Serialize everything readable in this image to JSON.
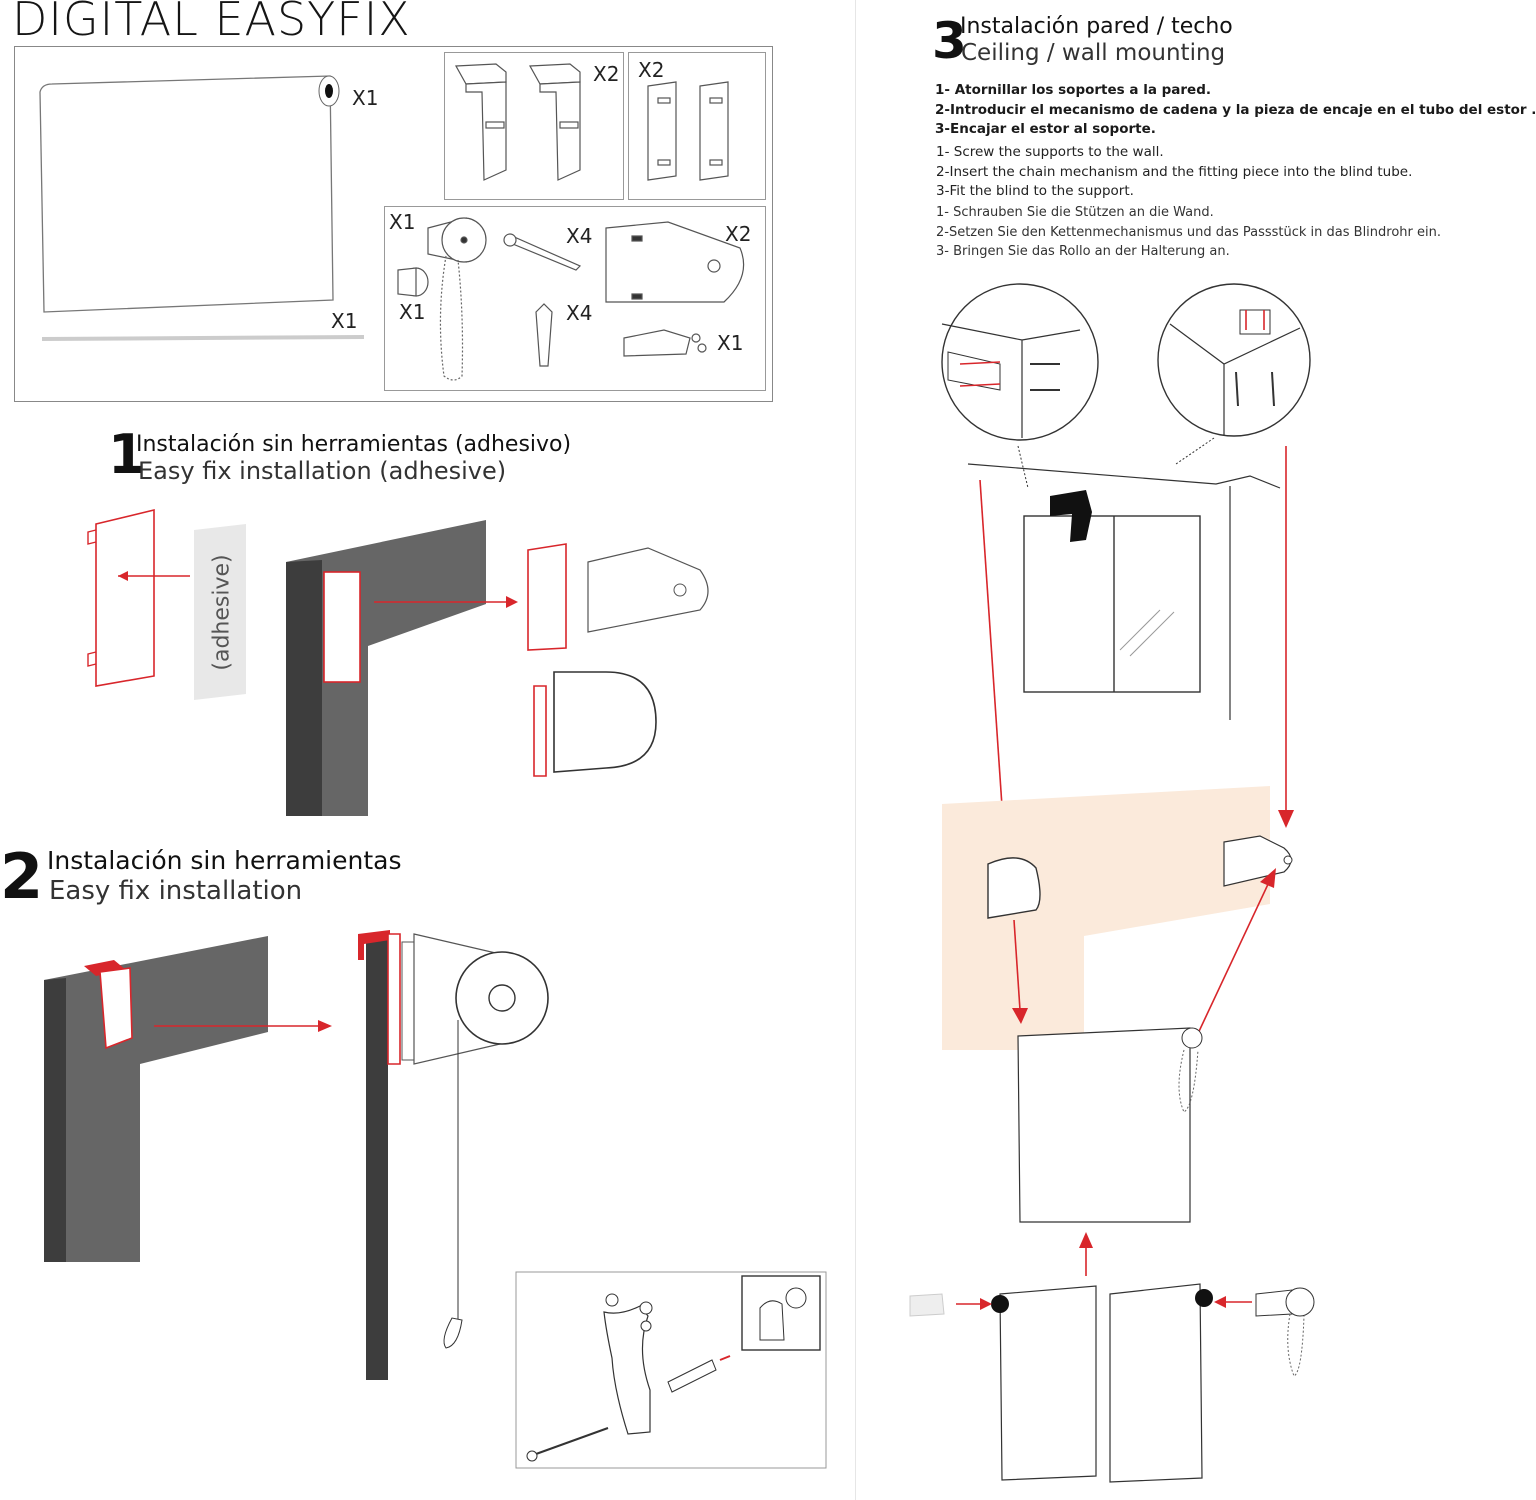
{
  "title": "DIGITAL EASYFIX",
  "parts": {
    "roller_qty": "X1",
    "bar_qty": "X1",
    "top_clip_qty": "X2",
    "flat_plate_qty": "X2",
    "chain_mech_qty": "X1",
    "end_plug_qty": "X1",
    "screw_qty": "X4",
    "bracket_qty": "X2",
    "anchor_qty": "X4",
    "clip_qty": "X1"
  },
  "step1": {
    "number": "1",
    "es": "Instalación sin herramientas (adhesivo)",
    "en": "Easy fix installation (adhesive)",
    "adhesive_label": "(adhesive)"
  },
  "step2": {
    "number": "2",
    "es": "Instalación sin herramientas",
    "en": "Easy fix installation"
  },
  "step3": {
    "number": "3",
    "es": "Instalación pared / techo",
    "en": "Ceiling / wall mounting",
    "instructions_es": [
      "1- Atornillar los soportes a la pared.",
      "2-Introducir el mecanismo de cadena y la pieza de encaje en el tubo del estor .",
      "3-Encajar el estor al soporte."
    ],
    "instructions_en": [
      "1- Screw the supports to the wall.",
      "2-Insert the chain mechanism and the fitting piece into the blind tube.",
      "3-Fit the blind to the support."
    ],
    "instructions_de": [
      "1- Schrauben Sie die Stützen an die Wand.",
      "2-Setzen Sie den Kettenmechanismus und das Passstück in das Blindrohr ein.",
      "3- Bringen Sie das Rollo an der Halterung an."
    ]
  },
  "colors": {
    "accent_red": "#d8262b",
    "frame_gray": "#666666",
    "frame_dark": "#3d3d3d",
    "wall_tint": "#fbeadb"
  }
}
